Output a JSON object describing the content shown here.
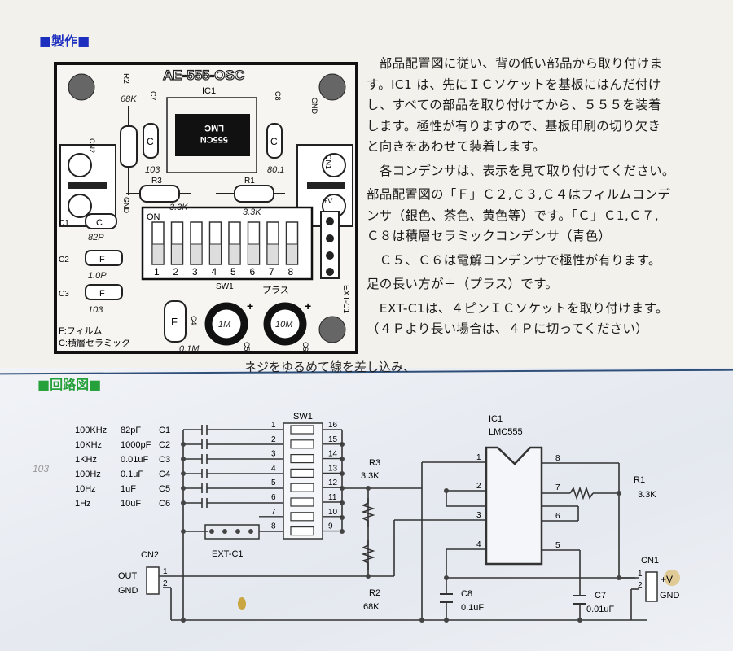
{
  "sections": {
    "make_title": "■製作■",
    "circuit_title": "■回路図■"
  },
  "instructions": [
    "　部品配置図に従い、背の低い部品から取り付けま",
    "す。IC1 は、先にＩＣソケットを基板にはんだ付け",
    "し、すべての部品を取り付けてから、５５５を装着",
    "します。極性が有りますので、基板印刷の切り欠き",
    "と向きをあわせて装着します。",
    "　各コンデンサは、表示を見て取り付けてください。",
    "部品配置図の「Ｆ」Ｃ２,Ｃ３,Ｃ４はフィルムコンデ",
    "ンサ（銀色、茶色、黄色等）です。「Ｃ」Ｃ1,Ｃ７,",
    "Ｃ８は積層セラミックコンデンサ（青色）",
    "　Ｃ５、Ｃ６は電解コンデンサで極性が有ります。",
    "足の長い方が＋（プラス）です。",
    "　EXT-C1は、４ピンＩＣソケットを取り付けます。",
    "（４Ｐより長い場合は、４Ｐに切ってください）"
  ],
  "torn_text": "ネジをゆるめて線を差し込み、",
  "pcb": {
    "title": "AE-555-OSC",
    "ic_label": "IC1",
    "chip_text_1": "LMC",
    "chip_text_2": "555CN",
    "r1": "R1",
    "r2": "R2",
    "r3": "R3",
    "c1": "C1",
    "c2": "C2",
    "c3": "C3",
    "c4": "C4",
    "c5": "C5",
    "c6": "C6",
    "c7": "C7",
    "c8": "C8",
    "cn1": "CN1",
    "cn2": "CN2",
    "gnd": "GND",
    "vplus": "+V",
    "sw_label": "SW1",
    "on": "ON",
    "sw_numbers": [
      "1",
      "2",
      "3",
      "4",
      "5",
      "6",
      "7",
      "8"
    ],
    "ext": "EXT-C1",
    "plus_label": "プラス",
    "film_mark": "F",
    "ceramic_mark": "C",
    "legend_f": "F:フィルム",
    "legend_c": "C:積層セラミック",
    "hand_notes": {
      "r2": "68K",
      "c7": "103",
      "c8": "80.1",
      "r3": "3.3K",
      "r1": "3.3K",
      "c1": "82P",
      "c2": "1.0P",
      "c3": "103",
      "c4": "0.1M",
      "c5": "1M",
      "c6": "10M"
    }
  },
  "schematic": {
    "cap_rows": [
      {
        "freq": "100KHz",
        "value": "82pF",
        "name": "C1"
      },
      {
        "freq": "10KHz",
        "value": "1000pF",
        "name": "C2"
      },
      {
        "freq": "1KHz",
        "value": "0.01uF",
        "name": "C3"
      },
      {
        "freq": "100Hz",
        "value": "0.1uF",
        "name": "C4"
      },
      {
        "freq": "10Hz",
        "value": "1uF",
        "name": "C5"
      },
      {
        "freq": "1Hz",
        "value": "10uF",
        "name": "C6"
      }
    ],
    "sw1": "SW1",
    "sw_left_pins": [
      "1",
      "2",
      "3",
      "4",
      "5",
      "6",
      "7",
      "8"
    ],
    "sw_right_pins": [
      "16",
      "15",
      "14",
      "13",
      "12",
      "11",
      "10",
      "9"
    ],
    "ext": "EXT-C1",
    "cn2": "CN2",
    "out": "OUT",
    "gnd": "GND",
    "pin1": "1",
    "pin2": "2",
    "r3": "R3",
    "r3_val": "3.3K",
    "r2": "R2",
    "r2_val": "68K",
    "r1": "R1",
    "r1_val": "3.3K",
    "ic1": "IC1",
    "ic_part": "LMC555",
    "ic_pins": [
      "1",
      "2",
      "3",
      "4",
      "8",
      "7",
      "6",
      "5"
    ],
    "c8": "C8",
    "c8_val": "0.1uF",
    "c7": "C7",
    "c7_val": "0.01uF",
    "cn1": "CN1",
    "vplus": "+V",
    "margin_note": "103"
  },
  "colors": {
    "make_title": "#1d2fbf",
    "circuit_title": "#25a03a"
  }
}
